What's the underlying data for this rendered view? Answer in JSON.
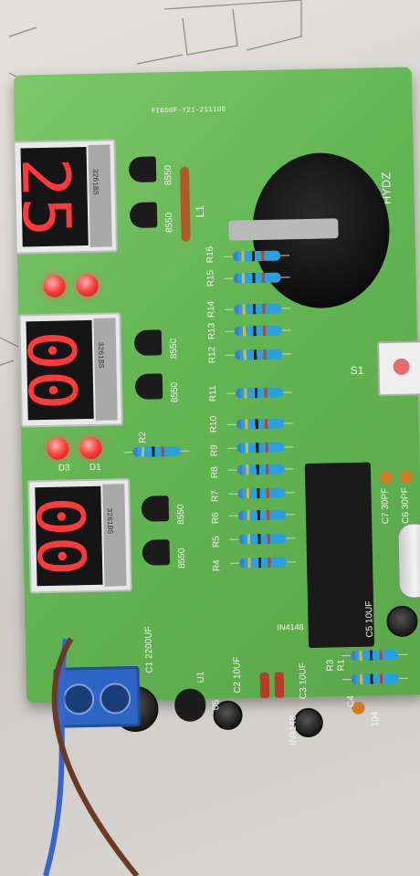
{
  "board": {
    "code": "FI656F-Y21-211108",
    "maker": "HYDZ",
    "display_part": "3261BS",
    "display_digits": [
      "25",
      "00",
      "00"
    ]
  },
  "labels": {
    "L1": "L1",
    "S1": "S1",
    "U1": "U1",
    "R2": "R2",
    "C1": "C1 2200UF",
    "C2": "C2 10UF",
    "C3": "C3 10UF",
    "C4": "C4",
    "C5": "C5 10UF",
    "C6": "C6 30PF",
    "C7": "C7 30PF",
    "D1": "D1",
    "D3": "D3",
    "in4148_a": "IN4148",
    "in4148_b": "IN4148",
    "r_top": [
      "R16",
      "R15",
      "R14",
      "R13",
      "R12",
      "R11",
      "R10",
      "R9",
      "R8",
      "R7",
      "R6",
      "R5",
      "R4"
    ],
    "transistor": "8550",
    "R1": "R1",
    "R3": "R3",
    "v05": "05",
    "c4val": "104"
  },
  "colors": {
    "pcb": "#6cbf5a",
    "silkscreen": "#f1f6ec",
    "segment_on": "#ff3a3a",
    "wire_blue": "#3b63c9",
    "wire_brown": "#6b3a25"
  }
}
